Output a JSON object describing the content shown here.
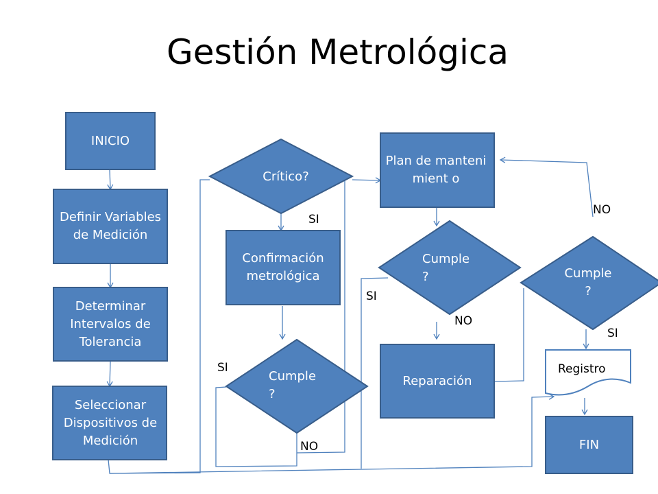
{
  "title": "Gestión Metrológica",
  "colors": {
    "box_fill": "#4F81BD",
    "box_stroke": "#385D8A",
    "connector": "#4F81BD",
    "document_fill": "#ffffff"
  },
  "nodes": {
    "inicio": "INICIO",
    "definir": "Definir Variables de Medición",
    "determinar": "Determinar Intervalos de Tolerancia",
    "seleccionar": "Seleccionar Dispositivos de Medición",
    "critico": "Crítico?",
    "confirmacion": "Confirmación metrológica",
    "cumple1": "Cumple ?",
    "plan": "Plan de mantenimient o",
    "cumple2": "Cumple ?",
    "reparacion": "Reparación",
    "cumple3": "Cumple ?",
    "registro": "Registro",
    "fin": "FIN"
  },
  "labels": {
    "critico_si": "SI",
    "cumple1_si": "SI",
    "cumple1_no": "NO",
    "cumple2_si": "SI",
    "cumple2_no": "NO",
    "cumple3_no": "NO",
    "cumple3_si": "SI"
  }
}
